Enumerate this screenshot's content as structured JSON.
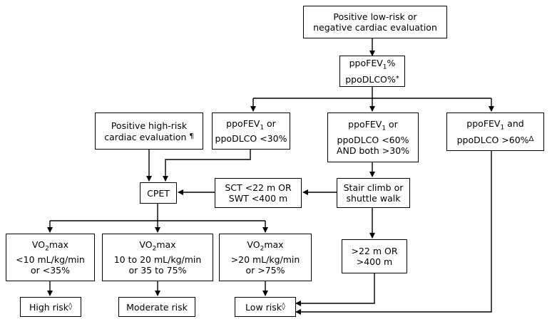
{
  "flowchart": {
    "start": {
      "line1": "Positive low-risk or",
      "line2": "negative cardiac evaluation"
    },
    "ppo": {
      "line1": "ppoFEV",
      "sub1": "1",
      "line1_tail": "%",
      "line2": "ppoDLCO%",
      "mark": "*"
    },
    "high_risk_cardiac": {
      "line1": "Positive high-risk",
      "line2": "cardiac evaluation",
      "mark": "¶"
    },
    "lt30": {
      "line1_head": "ppoFEV",
      "sub1": "1",
      "line1_tail": " or",
      "line2": "ppoDLCO <30%"
    },
    "lt60": {
      "line1_head": "ppoFEV",
      "sub1": "1",
      "line1_tail": " or",
      "line2": "ppoDLCO <60%",
      "line3": "AND both >30%"
    },
    "gt60": {
      "line1_head": "ppoFEV",
      "sub1": "1",
      "line1_tail": " and",
      "line2": "ppoDLCO >60%",
      "mark": "Δ"
    },
    "cpet": {
      "label": "CPET"
    },
    "sct_low": {
      "line1": "SCT <22 m OR",
      "line2": "SWT <400 m"
    },
    "stair": {
      "line1": "Stair climb or",
      "line2": "shuttle walk"
    },
    "vo2_low": {
      "head": "VO",
      "sub": "2",
      "tail": "max",
      "line2": "<10 mL/kg/min",
      "line3": "or <35%"
    },
    "vo2_mid": {
      "head": "VO",
      "sub": "2",
      "tail": "max",
      "line2": "10 to 20 mL/kg/min",
      "line3": "or 35 to 75%"
    },
    "vo2_high": {
      "head": "VO",
      "sub": "2",
      "tail": "max",
      "line2": ">20 mL/kg/min",
      "line3": "or >75%"
    },
    "walk_ok": {
      "line1": ">22 m OR",
      "line2": ">400 m"
    },
    "high_risk": {
      "label": "High risk",
      "mark": "◊"
    },
    "moderate_risk": {
      "label": "Moderate risk"
    },
    "low_risk": {
      "label": "Low risk",
      "mark": "◊"
    }
  }
}
